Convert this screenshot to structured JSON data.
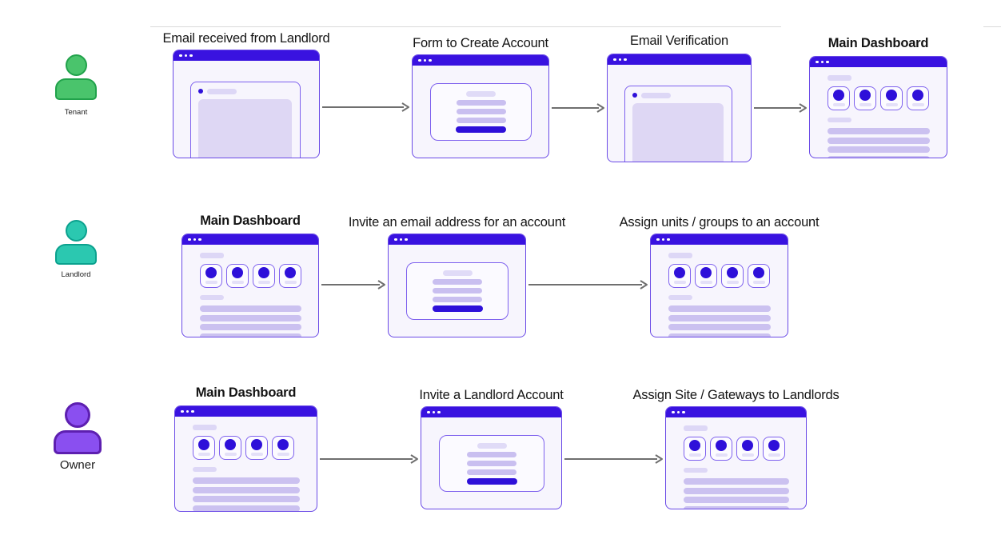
{
  "page": {
    "background": "#ffffff"
  },
  "colors": {
    "accent_blue": "#3912e0",
    "deep_blue": "#2e10d9",
    "window_bg": "#f7f5fd",
    "window_border": "#6a4ae6",
    "inner_border": "#7e61ee",
    "bar_light": "#ddd7f6",
    "bar_mid": "#c9bff0",
    "bar_long": "#cbc1f0",
    "email_rect": "#ded7f4",
    "arrow_gray": "#6f6f6f",
    "tenant_green": "#4ac46c",
    "tenant_green_stroke": "#21a24b",
    "landlord_teal": "#2bc8b0",
    "landlord_teal_stroke": "#0ba18e",
    "owner_purple": "#8a4ff0",
    "owner_purple_stroke": "#5d1fb0"
  },
  "lanes": [
    {
      "persona": {
        "label": "Tenant"
      },
      "steps": [
        {
          "title": "Email received from Landlord",
          "type": "email"
        },
        {
          "title": "Form to Create Account",
          "type": "form"
        },
        {
          "title": "Email Verification",
          "type": "email"
        },
        {
          "title": "Main Dashboard",
          "type": "dashboard"
        }
      ]
    },
    {
      "persona": {
        "label": "Landlord"
      },
      "steps": [
        {
          "title": "Main Dashboard",
          "type": "dashboard"
        },
        {
          "title": "Invite an email address for an account",
          "type": "form"
        },
        {
          "title": "Assign units / groups to an account",
          "type": "dashboard"
        }
      ]
    },
    {
      "persona": {
        "label": "Owner"
      },
      "steps": [
        {
          "title": "Main Dashboard",
          "type": "dashboard"
        },
        {
          "title": "Invite a Landlord Account",
          "type": "form"
        },
        {
          "title": "Assign Site / Gateways to Landlords",
          "type": "dashboard"
        }
      ]
    }
  ]
}
